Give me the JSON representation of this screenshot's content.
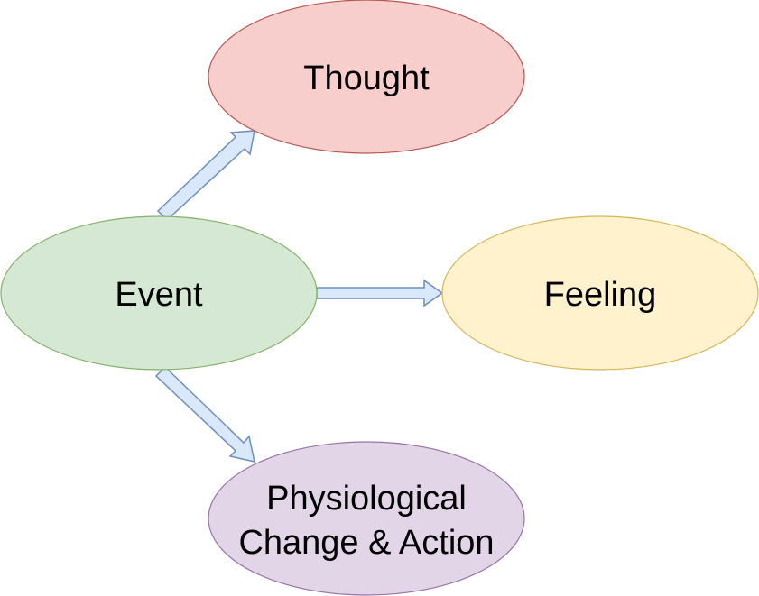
{
  "diagram": {
    "nodes": {
      "thought": {
        "label": "Thought",
        "fill": "#f8cecc",
        "stroke": "#b85450"
      },
      "event": {
        "label": "Event",
        "fill": "#d5e8d4",
        "stroke": "#82b366"
      },
      "feeling": {
        "label": "Feeling",
        "fill": "#fff2cc",
        "stroke": "#d6b656"
      },
      "physiological": {
        "label_line1": "Physiological",
        "label_line2": "Change & Action",
        "fill": "#e1d5e7",
        "stroke": "#9673a6"
      }
    },
    "arrows": {
      "fill": "#dae8fc",
      "stroke": "#6c8ebf"
    },
    "edges": [
      {
        "from": "event",
        "to": "thought"
      },
      {
        "from": "event",
        "to": "feeling"
      },
      {
        "from": "event",
        "to": "physiological"
      }
    ]
  }
}
